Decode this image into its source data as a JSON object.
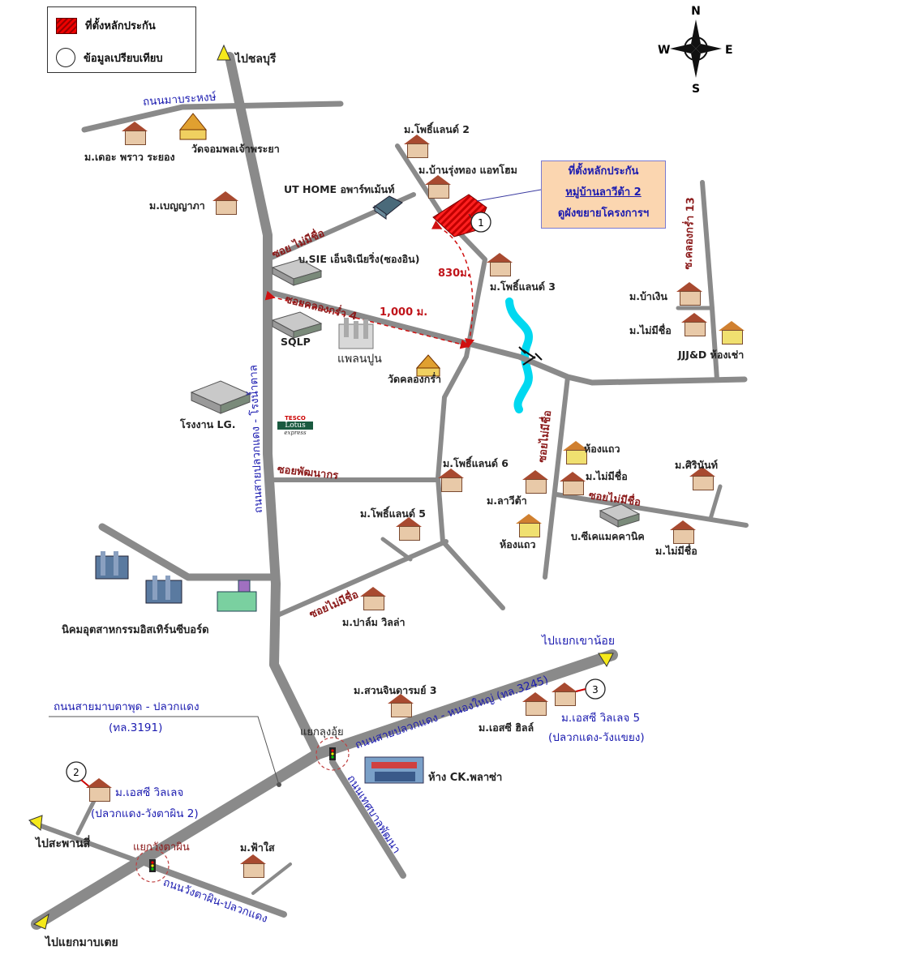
{
  "legend": {
    "collateral_label": "ที่ตั้งหลักประกัน",
    "comparison_label": "ข้อมูลเปรียบเทียบ"
  },
  "compass": {
    "n": "N",
    "s": "S",
    "e": "E",
    "w": "W"
  },
  "callout": {
    "line1": "ที่ตั้งหลักประกัน",
    "line2": "หมู่บ้านลาวีต้า 2",
    "line3": "ดูผังขยายโครงการฯ"
  },
  "markers": {
    "m1": "1",
    "m2": "2",
    "m3": "3"
  },
  "directions": {
    "chonburi": "ไปชลบุรี",
    "khao_noi": "ไปแยกเขาน้อย",
    "saphan_si": "ไปสะพานสี่",
    "map_ta_phut": "ไปแยกมาบเตย"
  },
  "roads": {
    "map_prachan": "ถนนมาบระหงษ์",
    "soi_no_name_1": "ซอย ไม่มีชื่อ",
    "soi_khlong_kram_4": "ซอยคลองกร่ำ 4",
    "main_road": "ถนนสายปลวกแดง - โรงน้ำตาล",
    "soi_phatthanakorn": "ซอยพัฒนากร",
    "soi_no_name_2": "ซอยไม่มีชื่อ",
    "soi_no_name_3": "ซอยไม่มีชื่อ",
    "soi_no_name_4": "ซอยไม่มีชื่อ",
    "khlong_kram_13": "ซ.คลองกร่ำ 13",
    "pluak_daeng_nong_yai": "ถนนสายปลวกแดง - หนองใหญ่ (ทล.3245)",
    "thetsaban_phatthana": "ถนนเทศบาลพัฒนา",
    "wang_ta_phin": "ถนนวังตาผิน-ปลวกแดง",
    "map_ta_phut_road_1": "ถนนสายมาบตาพุด - ปลวกแดง",
    "map_ta_phut_road_2": "(ทล.3191)"
  },
  "distances": {
    "d830": "830ม.",
    "d1000": "1,000 ม."
  },
  "junctions": {
    "klong_oi": "แยกลุงอุ้ย",
    "wang_ta_phin": "แยกวังตาผิน"
  },
  "places": {
    "the_prao": "ม.เดอะ พราว ระยอง",
    "wat_chom": "วัดจอมพลเจ้าพระยา",
    "bencha": "ม.เบญญาภา",
    "ut_home": "UT HOME อพาร์ทเม้นท์",
    "pho_land_2": "ม.โพธิ์แลนด์ 2",
    "ban_rung_thong": "ม.บ้านรุ่งทอง แอทโฮม",
    "sie": "บ.SIE เอ็นจิเนียริ่ง(ซองอิน)",
    "pho_land_3": "ม.โพธิ์แลนด์ 3",
    "sqlp": "SQLP",
    "plant": "แพลนปูน",
    "wat_khlong_kram": "วัดคลองกร่ำ",
    "lg_factory": "โรงงาน LG.",
    "ban_ngoen": "ม.บ้าเงิน",
    "mai_mi_chue_1": "ม.ไม่มีชื่อ",
    "jjd": "JJJ&D ห้องเช่า",
    "pho_land_6": "ม.โพธิ์แลนด์ 6",
    "townhouse_1": "ห้องแถว",
    "mai_mi_chue_2": "ม.ไม่มีชื่อ",
    "sirinan": "ม.ศิรินันท์",
    "lavita": "ม.ลาวีต้า",
    "pho_land_5": "ม.โพธิ์แลนด์ 5",
    "townhouse_2": "ห้องแถว",
    "b_mechanic": "บ.ซีเคแมคคานิค",
    "mai_mi_chue_3": "ม.ไม่มีชื่อ",
    "industrial_estate": "นิคมอุตสาหกรรมอิสเทิร์นซีบอร์ด",
    "palm_villa": "ม.ปาล์ม วิลล่า",
    "suan_jindarom": "ม.สวนจินดารมย์ 3",
    "esc_hill": "ม.เอสซี ฮิลล์",
    "esc_village_5": "ม.เอสซี วิลเลจ 5",
    "esc_village_5_sub": "(ปลวกแดง-วังแขยง)",
    "ck_plaza": "ห้าง CK.พลาซ่า",
    "esc_village": "ม.เอสซี วิลเลจ",
    "esc_village_sub": "(ปลวกแดง-วังตาผิน 2)",
    "fa_sai": "ม.ฟ้าใส"
  },
  "tesco": {
    "line1": "TESCO",
    "line2": "Lotus",
    "line3": "express"
  },
  "colors": {
    "road": "#8a8a8a",
    "river": "#00d8f0",
    "collateral": "#e01010",
    "label_blue": "#1c1cb0",
    "label_red": "#8b1a1a"
  }
}
